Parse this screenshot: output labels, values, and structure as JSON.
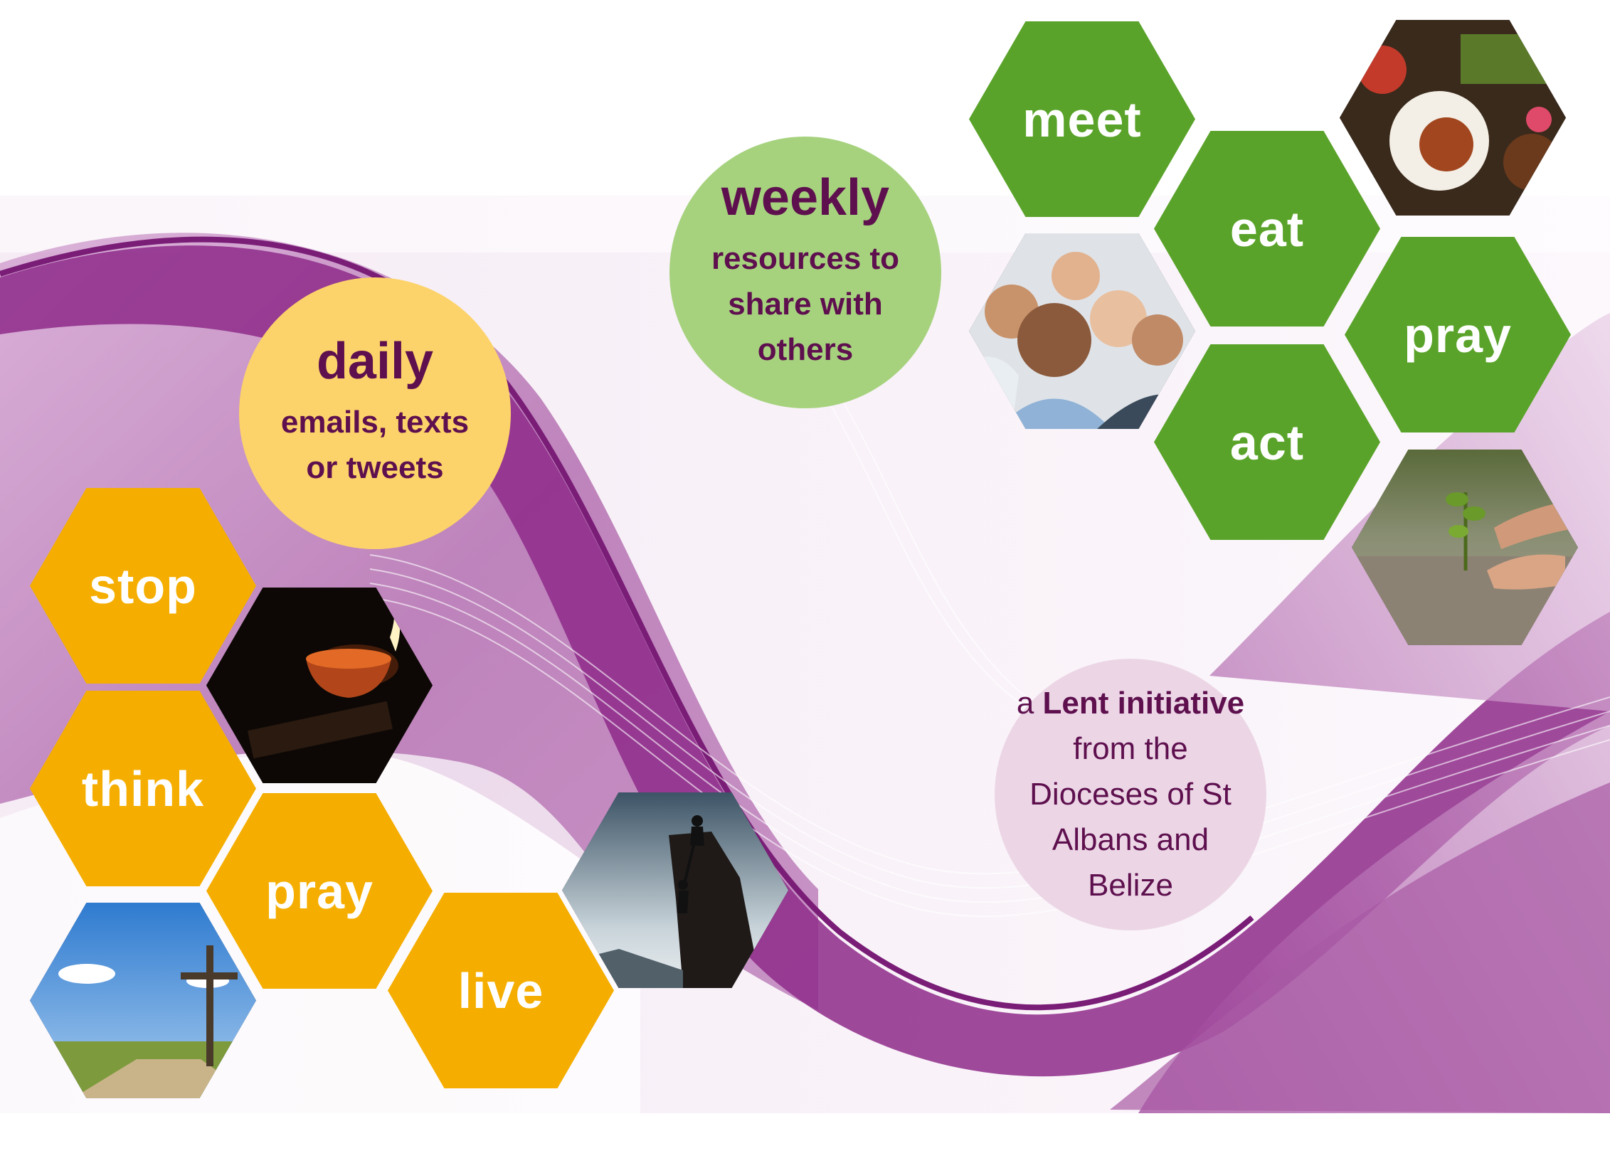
{
  "daily": {
    "title": "daily",
    "text": "emails, texts or tweets"
  },
  "weekly": {
    "title": "weekly",
    "text": "resources to share with others"
  },
  "left_hexes": {
    "stop": "stop",
    "think": "think",
    "pray": "pray",
    "live": "live"
  },
  "right_hexes": {
    "meet": "meet",
    "eat": "eat",
    "pray": "pray",
    "act": "act"
  },
  "lent": {
    "part1": "a ",
    "strong1": "Lent",
    "strong2": "initiative",
    "part2": " from the Dioceses of St Albans and Belize"
  },
  "photos": [
    "candle-image",
    "climbers-image",
    "cross-image",
    "people-image",
    "food-image",
    "seedling-image"
  ],
  "colors": {
    "orange": "#f5ae00",
    "green": "#5aa32a",
    "purple": "#8e2a8a",
    "dark_purple": "#5e104e",
    "yellow_circle": "#fcd36a",
    "green_circle": "#a6d27e",
    "lilac_circle": "#ecd6e6"
  }
}
